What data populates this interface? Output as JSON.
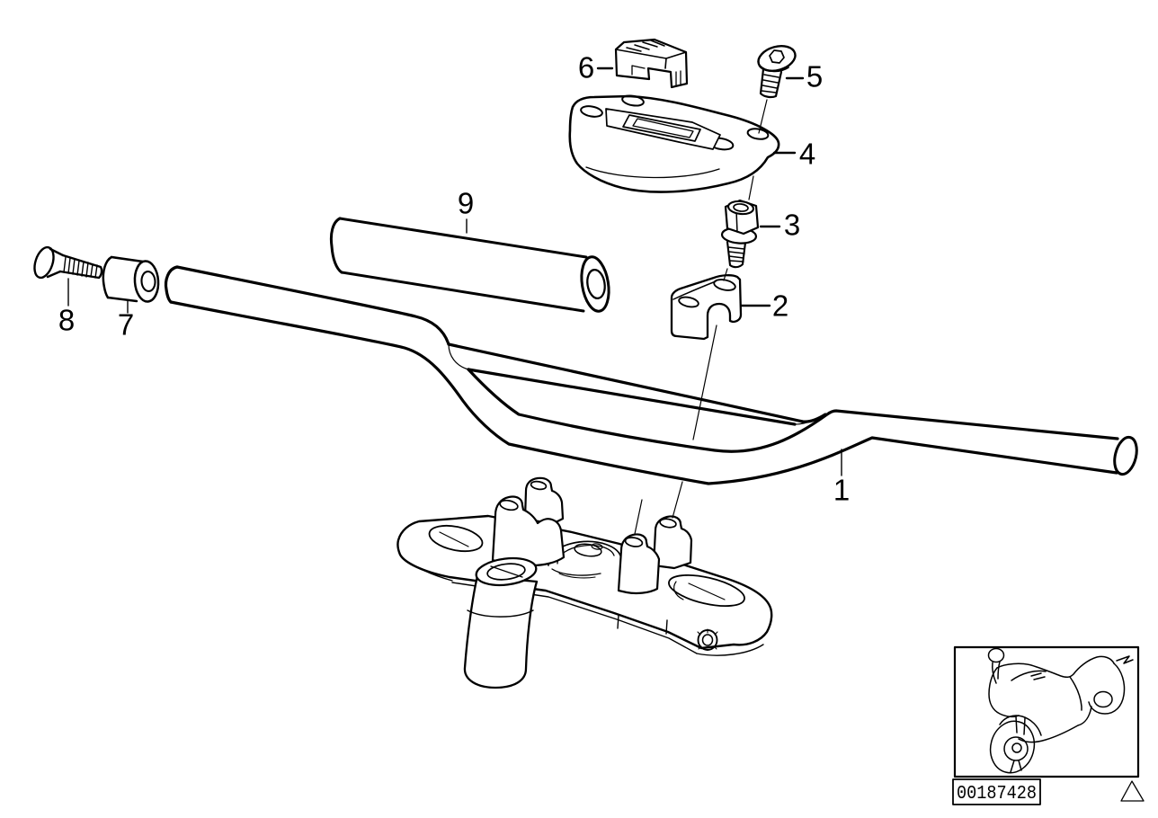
{
  "page": {
    "background_color": "#ffffff",
    "line_color": "#000000"
  },
  "diagram": {
    "type": "exploded-parts-diagram",
    "subject": "motorcycle-handlebar-assembly",
    "callouts": [
      {
        "label": "1",
        "part": "handlebar"
      },
      {
        "label": "2",
        "part": "clamp-block"
      },
      {
        "label": "3",
        "part": "hex-socket-bolt"
      },
      {
        "label": "4",
        "part": "clamp-cover-plate"
      },
      {
        "label": "5",
        "part": "button-head-screw"
      },
      {
        "label": "6",
        "part": "cable-clip"
      },
      {
        "label": "7",
        "part": "spacer-sleeve"
      },
      {
        "label": "8",
        "part": "countersunk-screw"
      },
      {
        "label": "9",
        "part": "grip-tube"
      }
    ]
  },
  "footer": {
    "document_number": "00187428",
    "icons": [
      {
        "name": "motorcycle-thumbnail-icon"
      },
      {
        "name": "triangle-icon"
      }
    ]
  }
}
